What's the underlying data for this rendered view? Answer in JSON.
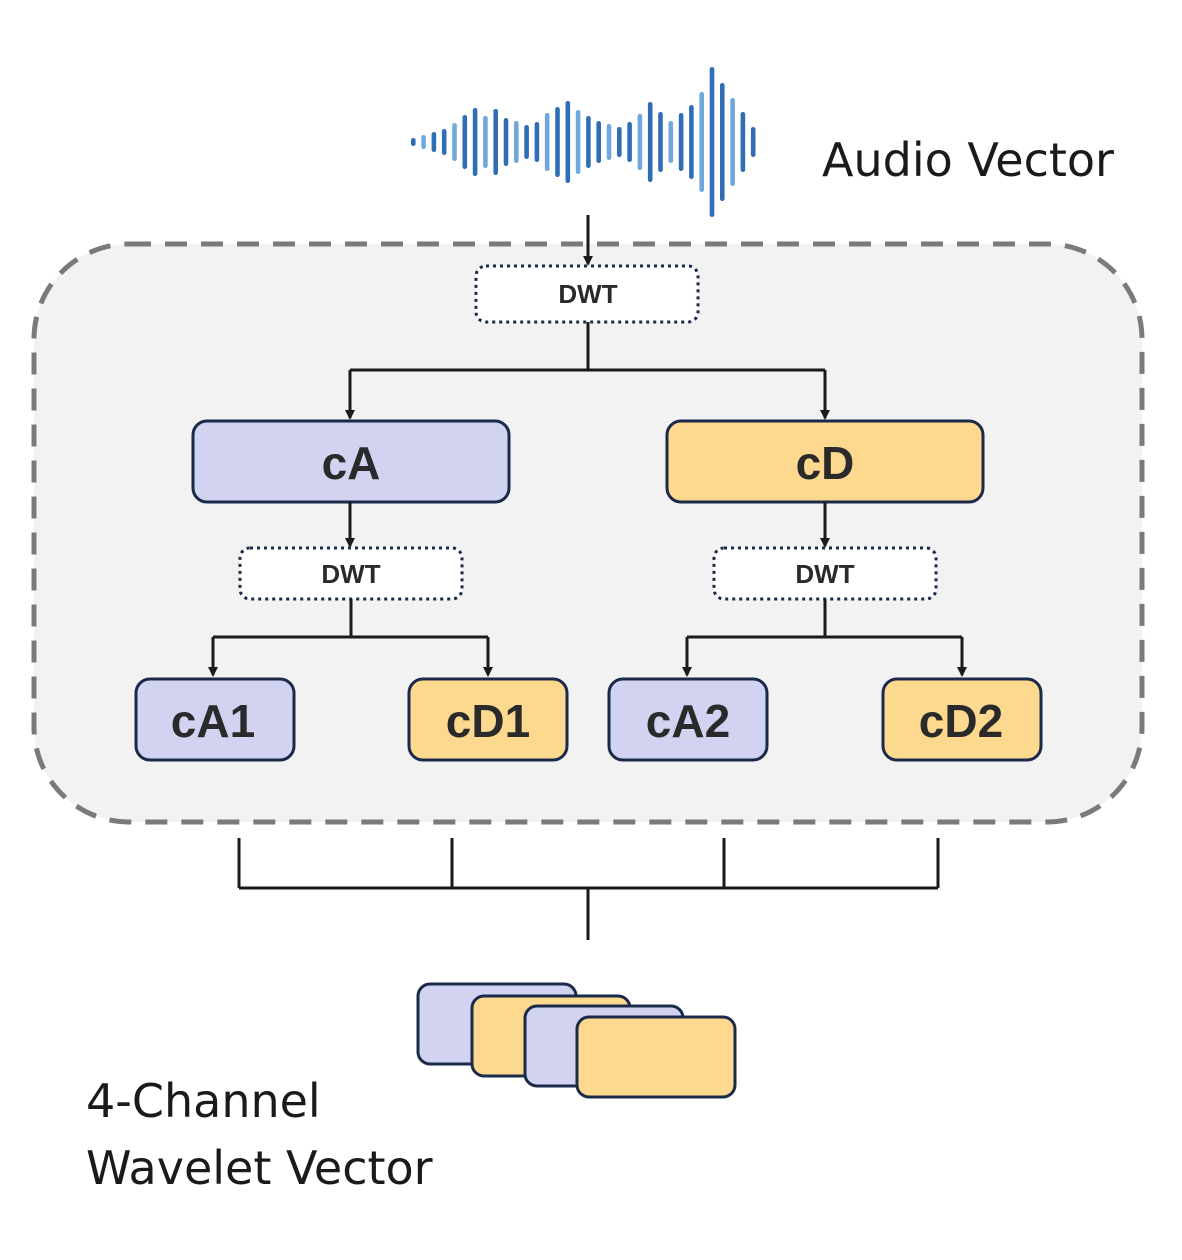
{
  "audio_label": "Audio Vector",
  "output_label": [
    "4-Channel",
    "Wavelet Vector"
  ],
  "dwt_label": "DWT",
  "level1": {
    "approx": "cA",
    "detail": "cD"
  },
  "level2": [
    "cA1",
    "cD1",
    "cA2",
    "cD2"
  ],
  "colors": {
    "approx_fill": "#d1d3f0",
    "detail_fill": "#fdd990",
    "box_stroke": "#1b2a4a",
    "container_fill": "#f2f2f2",
    "container_stroke": "#7a7a7a",
    "wave_dark": "#2f6db5",
    "wave_light": "#6fa8dc"
  }
}
